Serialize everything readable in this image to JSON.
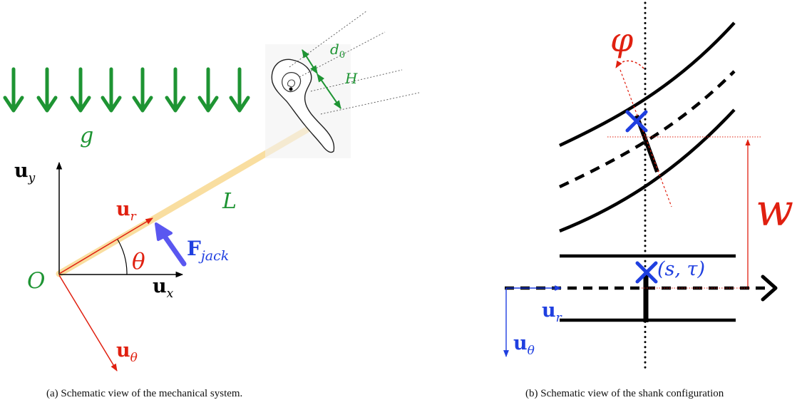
{
  "colors": {
    "green": "#1e9433",
    "red": "#e02010",
    "blue": "#1f3fe0",
    "jack_blue": "#5a57f0",
    "shank": "#f9dea0",
    "black": "#000000"
  },
  "figure_a": {
    "caption": "(a)  Schematic view of the mechanical system.",
    "gravity_label": "g",
    "length_label": "L",
    "origin_label": "O",
    "angle_label": "θ",
    "d0_label": "d",
    "d0_sub": "0",
    "H_label": "H",
    "ux": {
      "base": "u",
      "sub": "x"
    },
    "uy": {
      "base": "u",
      "sub": "y"
    },
    "ur": {
      "base": "u",
      "sub": "r"
    },
    "utheta": {
      "base": "u",
      "sub": "θ"
    },
    "fjack": {
      "base": "F",
      "sub": "jack"
    }
  },
  "figure_b": {
    "caption": "(b)  Schematic view of the shank configuration",
    "phi_label": "φ",
    "w_label": "w",
    "point_label": "(s, τ)",
    "ur": {
      "base": "u",
      "sub": "r"
    },
    "utheta": {
      "base": "u",
      "sub": "θ"
    }
  }
}
